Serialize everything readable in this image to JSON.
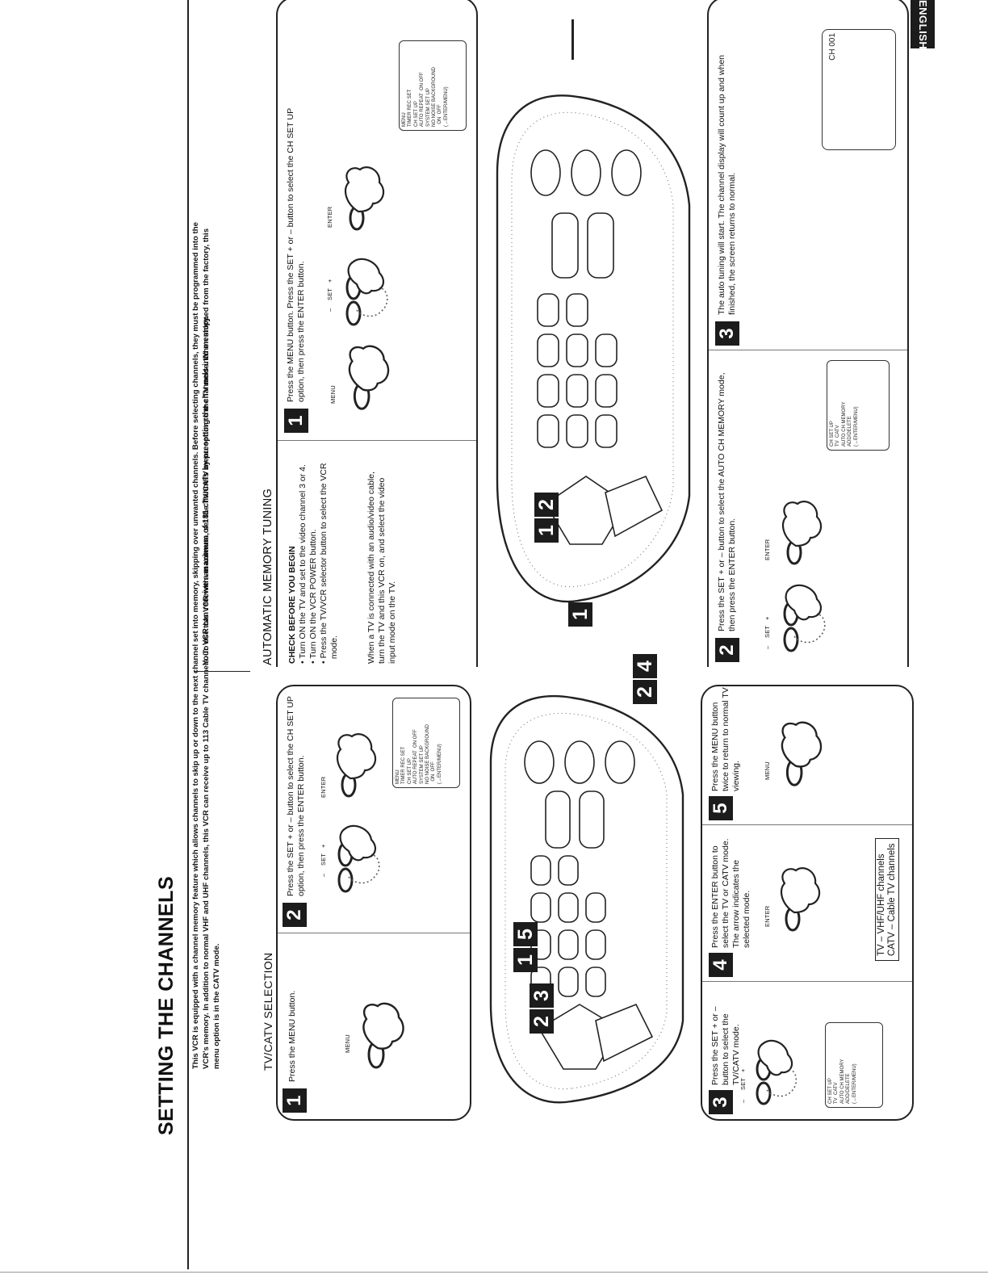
{
  "header": {
    "title": "SETTING THE CHANNELS",
    "language_tab": "ENGLISH"
  },
  "intro": "This VCR is equipped with a channel memory feature which allows channels to skip up or down to the next channel set into memory, skipping over unwanted channels. Before selecting channels, they must be programmed into the VCR's memory. In addition to normal VHF and UHF channels, this VCR can receive up to 113 Cable TV channels. To use this VCR with an antenna, set the TV/CATV menu option to the TV mode. When shipped from the factory, this menu option is in the CATV mode.",
  "lead": "Your VCR can receive a maximum of 181 channels by presetting the channels into memory.",
  "labels": {
    "menu": "MENU",
    "enter": "ENTER",
    "set": "SET",
    "minus": "–",
    "plus": "+"
  },
  "tvcatv": {
    "heading": "TV/CATV SELECTION",
    "steps": [
      {
        "num": "1",
        "text": "Press the MENU button."
      },
      {
        "num": "2",
        "text": "Press the SET + or – button to select the CH SET UP option, then press the ENTER button."
      },
      {
        "num": "3",
        "text": "Press the SET + or – button to select the TV/CATV mode."
      },
      {
        "num": "4",
        "text": "Press the ENTER button to select the TV or CATV mode. The arrow indicates the selected mode."
      },
      {
        "num": "5",
        "text": "Press the MENU button twice to return to normal TV viewing."
      }
    ],
    "legend": [
      "TV – VHF/UHF channels",
      "CATV – Cable TV channels"
    ],
    "callouts": [
      "1",
      "5",
      "2",
      "3",
      "2",
      "4"
    ],
    "screen_main": [
      "MENU",
      "TIMER REC SET",
      "CH SET UP",
      "AUTO REPEAT  ON OFF",
      "SYSTEM SET UP",
      "NO NOISE BACKGROUND",
      "  ON  OFF",
      "",
      "(→ENTER/MENU)"
    ],
    "screen_ch": [
      "CH SET UP",
      "",
      "TV  CATV",
      "AUTO CH MEMORY",
      "ADD/DELETE",
      "",
      "(→ENTER/MENU)"
    ]
  },
  "auto": {
    "heading": "AUTOMATIC MEMORY TUNING",
    "check_title": "CHECK BEFORE YOU BEGIN",
    "check_items": [
      "• Turn ON the TV and set to the video channel 3 or 4.",
      "• Turn ON the VCR POWER button.",
      "• Press the TV/VCR selector button to select the VCR",
      "  mode."
    ],
    "check_note": "When a TV is connected with an audio/video cable, turn the TV and this VCR on, and select the video input mode on the TV.",
    "steps": [
      {
        "num": "1",
        "text": "Press the MENU button. Press the SET + or – button to select the CH SET UP option, then press the ENTER button."
      },
      {
        "num": "2",
        "text": "Press the SET + or – button to select the AUTO CH MEMORY mode, then press the ENTER button."
      },
      {
        "num": "3",
        "text": "The auto tuning will start. The channel display will count up and when finished, the screen returns to normal."
      }
    ],
    "callouts": [
      "1",
      "2",
      "1"
    ],
    "channel_display": "CH 001"
  }
}
